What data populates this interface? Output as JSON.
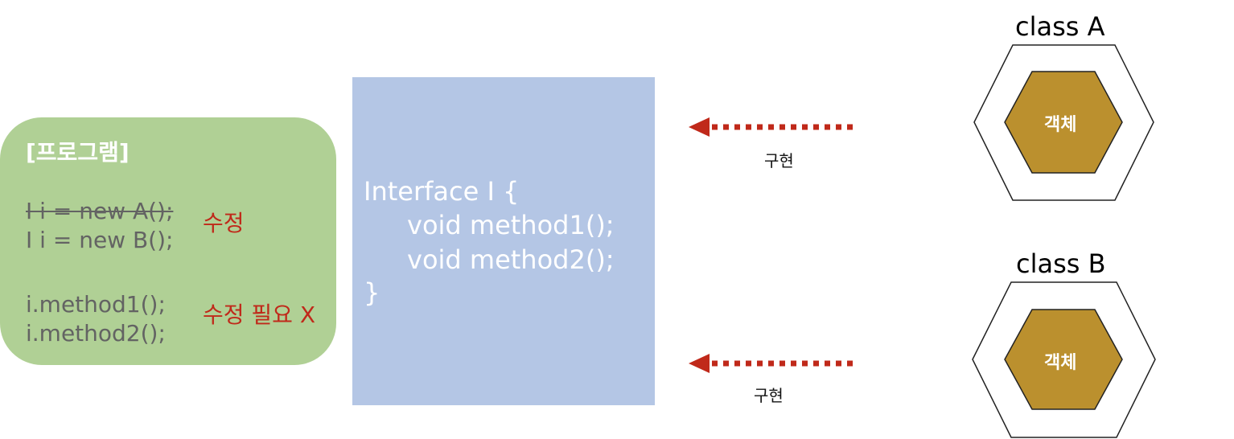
{
  "program": {
    "title": "[프로그램]",
    "lines": [
      "I i = new A();",
      "I i = new B();",
      "i.method1();",
      "i.method2();"
    ],
    "notes": [
      "수정",
      "수정 필요 X"
    ]
  },
  "interface": {
    "lines": [
      "Interface I {",
      "void method1();",
      "void method2();",
      "}"
    ]
  },
  "arrows": {
    "label_top": "구현",
    "label_bottom": "구현",
    "color": "#c0291a"
  },
  "classes": [
    {
      "title": "class A",
      "object_label": "객체"
    },
    {
      "title": "class B",
      "object_label": "객체"
    }
  ],
  "colors": {
    "program_bg": "#b0d095",
    "interface_bg": "#b4c6e5",
    "object_fill": "#bb902e",
    "note": "#c0291a"
  }
}
